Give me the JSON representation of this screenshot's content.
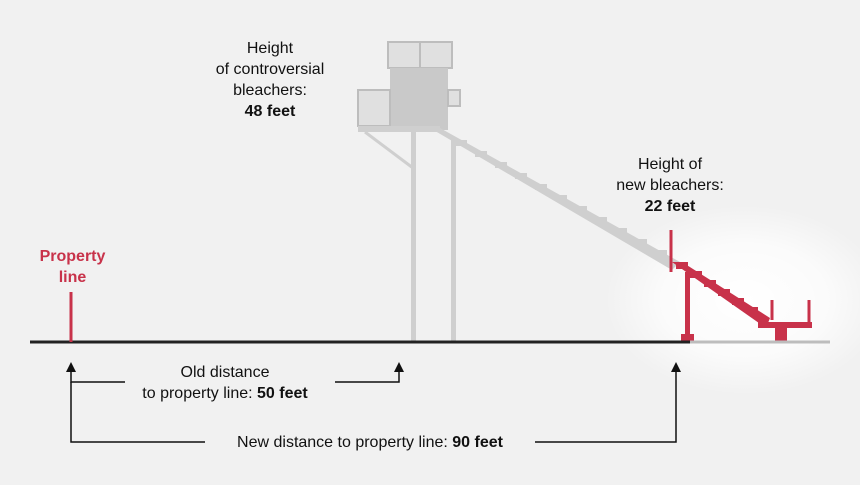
{
  "old_bleachers": {
    "label_line1": "Height",
    "label_line2": "of controversial",
    "label_line3": "bleachers:",
    "height_value": "48 feet"
  },
  "new_bleachers": {
    "label_line1": "Height of",
    "label_line2": "new bleachers:",
    "height_value": "22 feet"
  },
  "property_line": {
    "label_line1": "Property",
    "label_line2": "line"
  },
  "old_distance": {
    "label_line1": "Old distance",
    "label_line2": "to property line: ",
    "value": "50 feet"
  },
  "new_distance": {
    "label": "New distance to property line: ",
    "value": "90 feet"
  },
  "colors": {
    "accent_red": "#c8324a",
    "old_structure_gray": "#cfcfcf",
    "ground": "#222222",
    "background": "#f1f1f1"
  }
}
